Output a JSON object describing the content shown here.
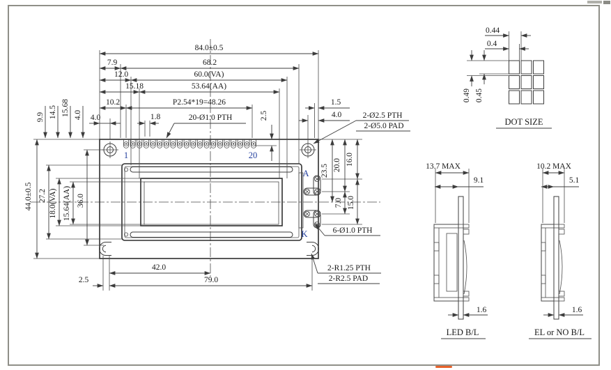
{
  "drawing_title": "LCD module mechanical outline drawing",
  "colors": {
    "line": "#3c3c3c",
    "pin_label_blue": "#24409e",
    "frame_gray": "#8f8f88",
    "highlight_orange": "#e8622a"
  },
  "dims": {
    "d84": "84.0±0.5",
    "d7_9": "7.9",
    "d68_2": "68.2",
    "d12": "12.0",
    "d60": "60.0(VA)",
    "d15_18": "15.18",
    "d53_64": "53.64(AA)",
    "d10_2": "10.2",
    "dp254": "P2.54*19=48.26",
    "d4_0l": "4.0",
    "d1_8": "1.8",
    "pth20": "20-Ø1.0 PTH",
    "d2_5pin": "2.5",
    "d1_5": "1.5",
    "d4_0r": "4.0",
    "pth25": "2-Ø2.5 PTH",
    "pad50": "2-Ø5.0 PAD",
    "d23_5": "23.5",
    "d20_0": "20.0",
    "d16_0": "16.0",
    "d7_0": "7.0",
    "d15_0": "15.0",
    "pth6": "6-Ø1.0 PTH",
    "rpth": "2-R1.25 PTH",
    "rpad": "2-R2.5 PAD",
    "d42": "42.0",
    "d79": "79.0",
    "d2_5b": "2.5",
    "d9_9": "9.9",
    "d14_5": "14.5",
    "d15_68": "15.68",
    "d4_0t": "4.0",
    "d44": "44.0±0.5",
    "d27_2": "27.2",
    "d18va": "18.0(VA)",
    "d15_64": "15.64(AA)",
    "d36": "36.0",
    "pin1": "1",
    "pin20": "20",
    "anode": "A",
    "cathode": "K"
  },
  "dot_size": {
    "w_pitch": "0.44",
    "w": "0.4",
    "h_pitch": "0.49",
    "h": "0.45",
    "label": "DOT SIZE"
  },
  "led_view": {
    "max": "13.7 MAX",
    "depth": "9.1",
    "pcb_t": "1.6",
    "label": "LED B/L"
  },
  "el_view": {
    "max": "10.2 MAX",
    "depth": "5.1",
    "pcb_t": "1.6",
    "label": "EL or NO B/L"
  }
}
